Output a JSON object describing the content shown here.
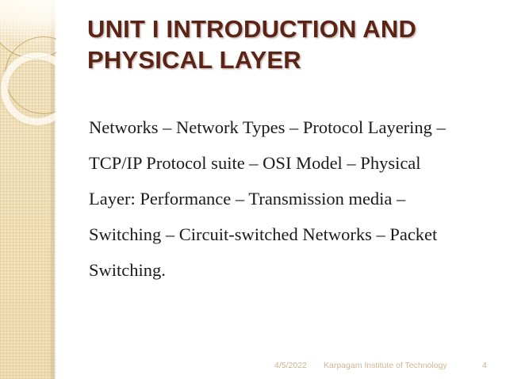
{
  "slide": {
    "title_lines": [
      "UNIT I INTRODUCTION AND",
      "PHYSICAL LAYER"
    ],
    "title_full": "UNIT I INTRODUCTION AND PHYSICAL LAYER",
    "body_lines": [
      "Networks – Network Types – Protocol Layering –",
      "TCP/IP Protocol suite – OSI Model – Physical",
      "Layer: Performance – Transmission media –",
      "Switching – Circuit-switched Networks – Packet",
      "Switching."
    ],
    "body_full": "Networks – Network Types – Protocol Layering – TCP/IP Protocol suite – OSI Model – Physical Layer: Performance – Transmission media – Switching – Circuit-switched Networks – Packet Switching.",
    "footer": {
      "date": "4/5/2022",
      "organization": "Karpagam Institute of Technology",
      "page_number": "4"
    },
    "colors": {
      "title": "#5C2417",
      "body": "#1A1A1A",
      "band": "#F2E3BF",
      "band_accent": "#BF9B54",
      "footer_text": "#C9B48E",
      "background": "#FFFFFF"
    },
    "decor": {
      "ring_outline_label": "gold-outline-circle",
      "ring_thick_label": "cream-thick-ring",
      "band_label": "textured-tan-band"
    }
  }
}
